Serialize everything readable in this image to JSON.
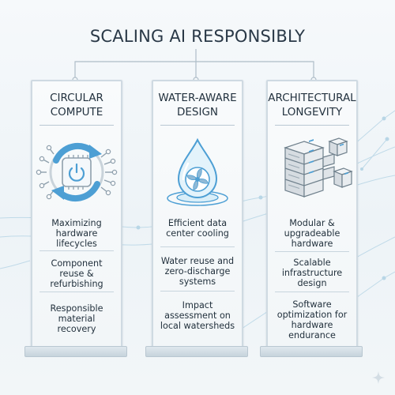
{
  "title": "SCALING AI RESPONSIBLY",
  "columns": [
    {
      "heading": [
        "CIRCULAR",
        "COMPUTE"
      ],
      "icon": "circular-arrows-chip-icon",
      "items": [
        [
          "Maximizing",
          "hardware",
          "lifecycles"
        ],
        [
          "Component",
          "reuse &",
          "refurbishing"
        ],
        [
          "Responsible",
          "material",
          "recovery"
        ]
      ]
    },
    {
      "heading": [
        "WATER-AWARE",
        "DESIGN"
      ],
      "icon": "water-drop-fan-icon",
      "items": [
        [
          "Efficient data",
          "center cooling"
        ],
        [
          "Water reuse and",
          "zero-discharge",
          "systems"
        ],
        [
          "Impact",
          "assessment on",
          "local watersheds"
        ]
      ]
    },
    {
      "heading": [
        "ARCHITECTURAL",
        "LONGEVITY"
      ],
      "icon": "modular-servers-icon",
      "items": [
        [
          "Modular &",
          "upgradeable",
          "hardware"
        ],
        [
          "Scalable",
          "infrastructure",
          "design"
        ],
        [
          "Software",
          "optimization for",
          "hardware",
          "endurance"
        ]
      ]
    }
  ],
  "colors": {
    "accent_blue": "#4d9fd4",
    "drop_light": "#e3f3fb",
    "panel_border": "#cfdae2",
    "server_fill": "#e3e7eb"
  }
}
